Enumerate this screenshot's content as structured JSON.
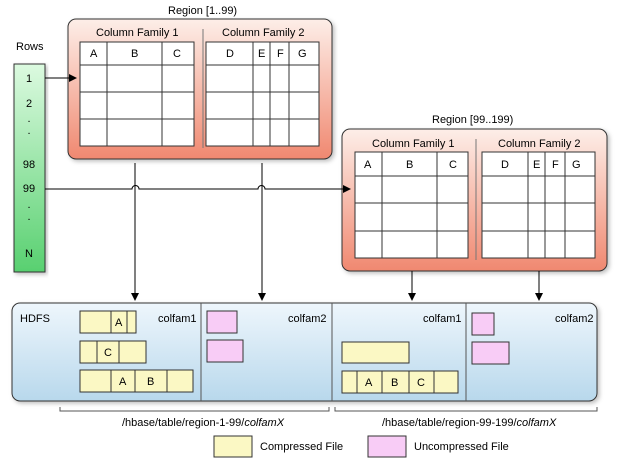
{
  "rows_label": "Rows",
  "row_keys": [
    "1",
    "2",
    ".",
    ".",
    "98",
    "99",
    ".",
    ".",
    "N"
  ],
  "region1": {
    "title": "Region [1..99)",
    "families": [
      {
        "name": "Column Family 1",
        "columns": [
          "A",
          "B",
          "C"
        ]
      },
      {
        "name": "Column Family 2",
        "columns": [
          "D",
          "E",
          "F",
          "G"
        ]
      }
    ]
  },
  "region2": {
    "title": "Region [99..199)",
    "families": [
      {
        "name": "Column Family 1",
        "columns": [
          "A",
          "B",
          "C"
        ]
      },
      {
        "name": "Column Family 2",
        "columns": [
          "D",
          "E",
          "F",
          "G"
        ]
      }
    ]
  },
  "hdfs": {
    "label": "HDFS",
    "sections": [
      "colfam1",
      "colfam2",
      "colfam1",
      "colfam2"
    ],
    "file_labels": {
      "s1_f1": [
        "",
        "A"
      ],
      "s1_f2": [
        "",
        "C",
        ""
      ],
      "s1_f3": [
        "",
        "A",
        "B",
        ""
      ],
      "s3_f2": [
        "",
        "A",
        "B",
        "C",
        ""
      ]
    }
  },
  "paths": {
    "left_prefix": "/hbase/table/region-1-99/",
    "left_suffix": "colfamX",
    "right_prefix": "/hbase/table/region-99-199/",
    "right_suffix": "colfamX"
  },
  "legend": {
    "compressed": "Compressed File",
    "uncompressed": "Uncompressed File"
  },
  "colors": {
    "compressed_fill": "#fbf8c4",
    "uncompressed_fill": "#f8ccf6",
    "region_fill_top": "#fdeee8",
    "region_fill_bottom": "#f08870",
    "rows_fill_top": "#dcfae0",
    "rows_fill_bottom": "#58d070",
    "hdfs_fill_top": "#eef6fc",
    "hdfs_fill_bottom": "#b8d8ec"
  }
}
